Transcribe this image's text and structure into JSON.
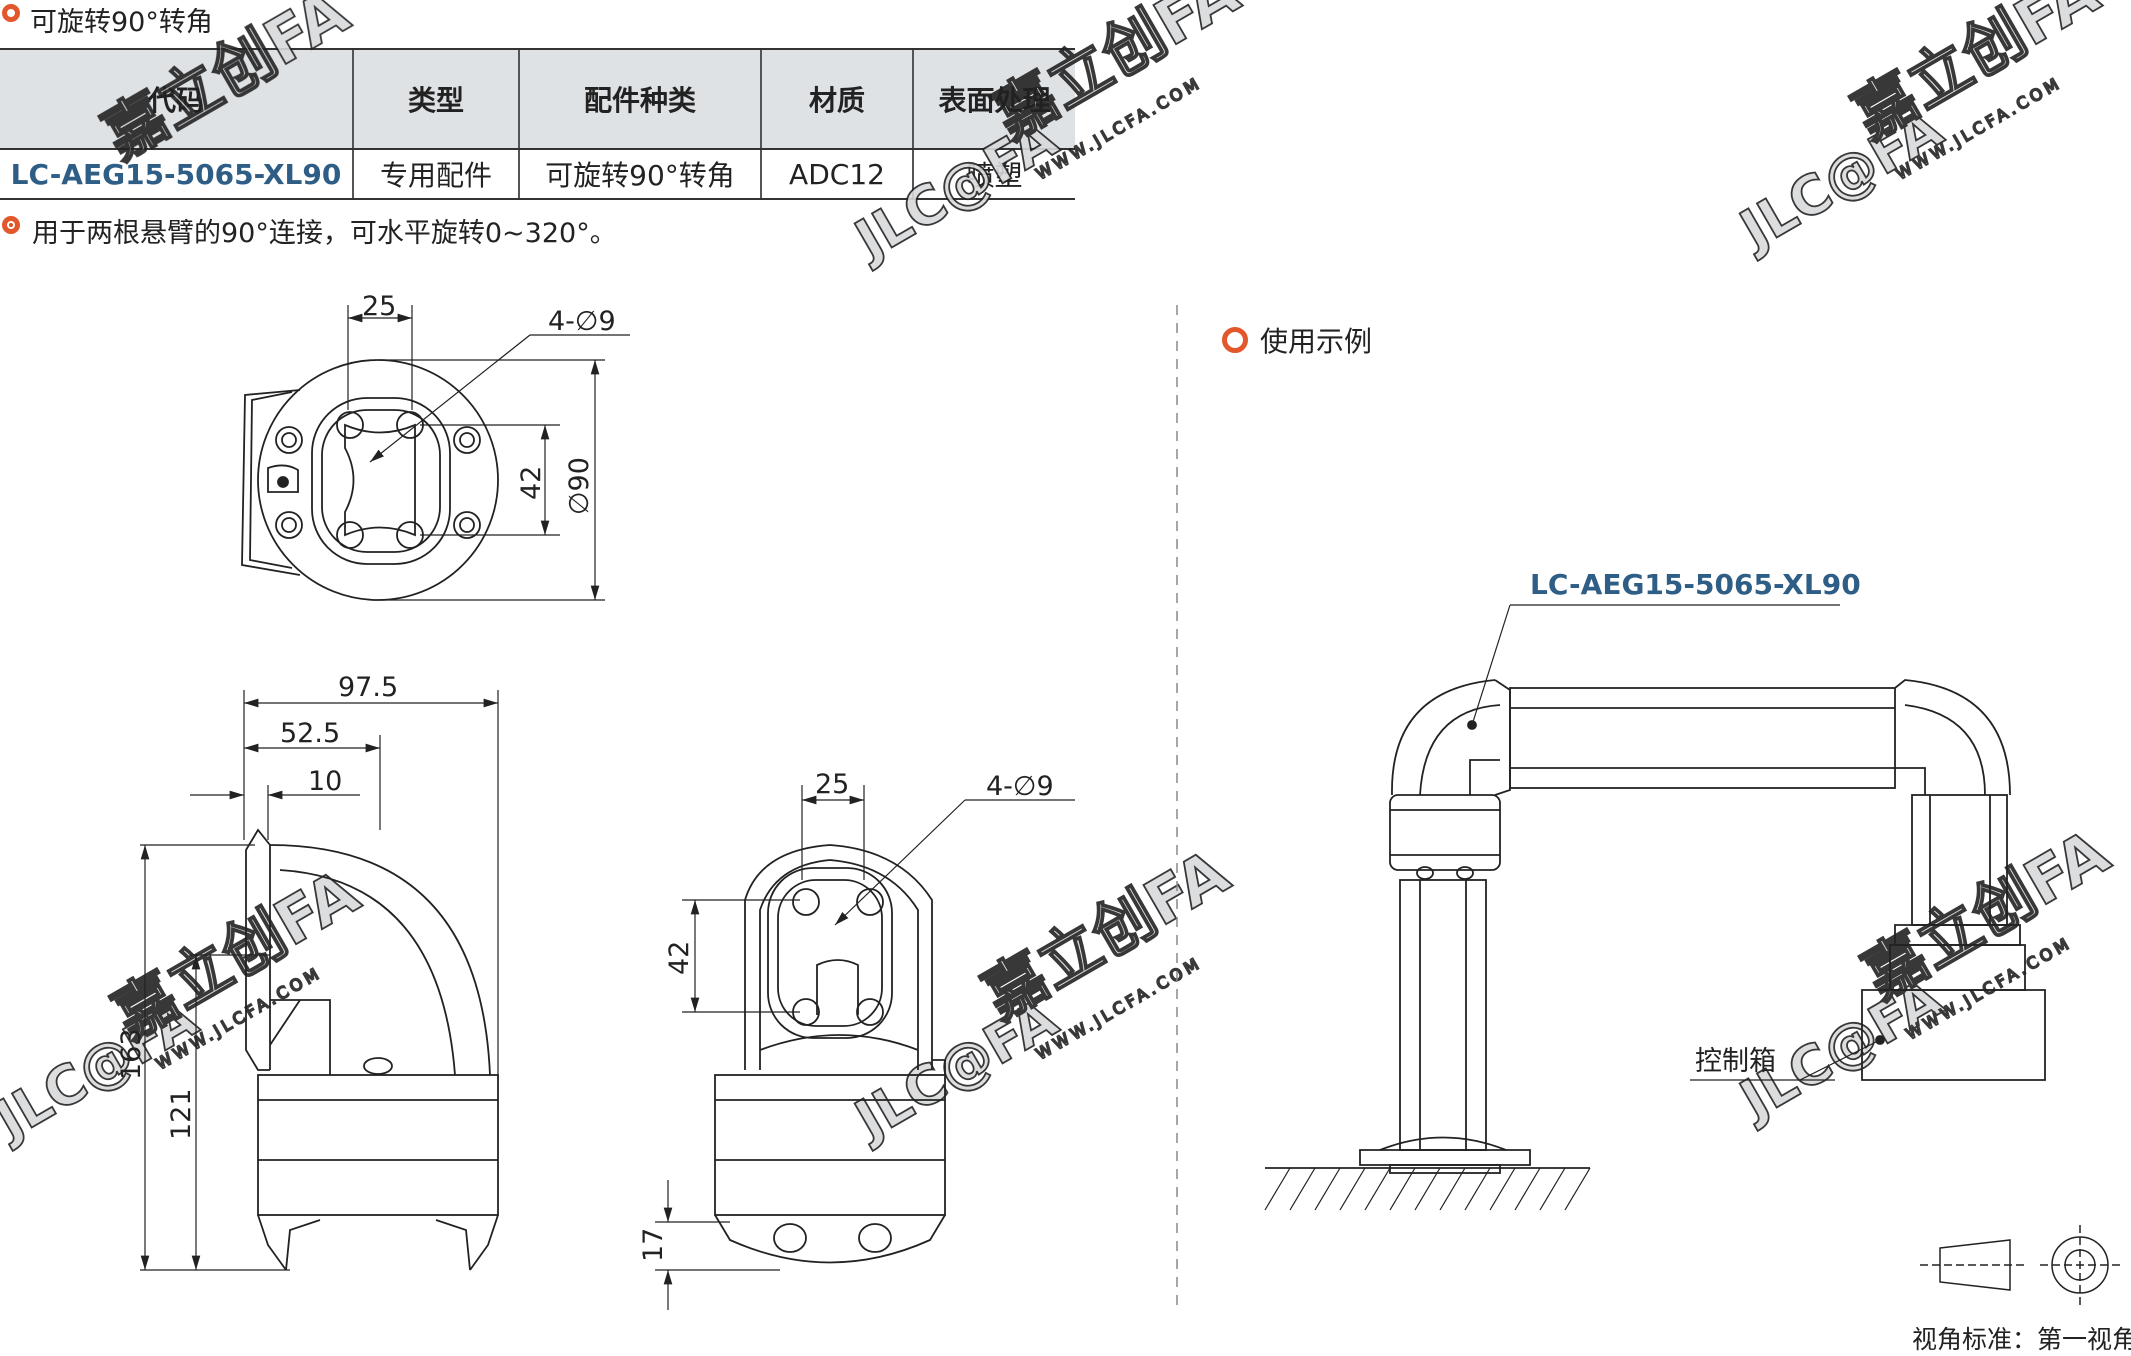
{
  "header": {
    "title": "可旋转90°转角"
  },
  "table": {
    "columns": [
      "代码",
      "类型",
      "配件种类",
      "材质",
      "表面处理"
    ],
    "row": [
      "LC-AEG15-5065-XL90",
      "专用配件",
      "可旋转90°转角",
      "ADC12",
      "喷塑"
    ]
  },
  "note": "用于两根悬臂的90°连接，可水平旋转0~320°。",
  "usage": {
    "title": "使用示例",
    "code_label": "LC-AEG15-5065-XL90",
    "control_box": "控制箱"
  },
  "top_view": {
    "dim_width": "25",
    "dim_holes": "4-∅9",
    "dim_height": "42",
    "dim_diameter": "∅90"
  },
  "side_view": {
    "dim_total": "97.5",
    "dim_mid": "52.5",
    "dim_small": "10",
    "dim_height": "163",
    "dim_lower": "121"
  },
  "front_view": {
    "dim_width": "25",
    "dim_holes": "4-∅9",
    "dim_height": "42",
    "dim_bottom": "17"
  },
  "footer": {
    "projection": "视角标准：第一视角"
  },
  "watermark": {
    "brand": "嘉立创FA",
    "logo": "JLC@FA",
    "url": "WWW.JLCFA.COM"
  },
  "colors": {
    "accent": "#e2572b",
    "code_blue": "#2e5d86",
    "header_bg": "#dfe2e5"
  }
}
